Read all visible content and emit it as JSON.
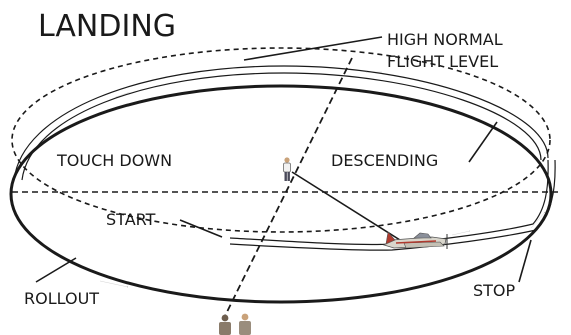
{
  "diagram": {
    "title": "LANDING",
    "labels": {
      "high_normal_line1": "HIGH NORMAL",
      "high_normal_line2": "FLIGHT LEVEL",
      "touch_down": "TOUCH DOWN",
      "descending": "DESCENDING",
      "start": "START",
      "rollout": "ROLLOUT",
      "stop": "STOP"
    },
    "colors": {
      "line": "#1a1a1a",
      "plane_body": "#d9d6cc",
      "plane_trim": "#b03a2e",
      "pilot_shirt": "#f2f2f2",
      "spectator": "#8a7b6a"
    }
  }
}
